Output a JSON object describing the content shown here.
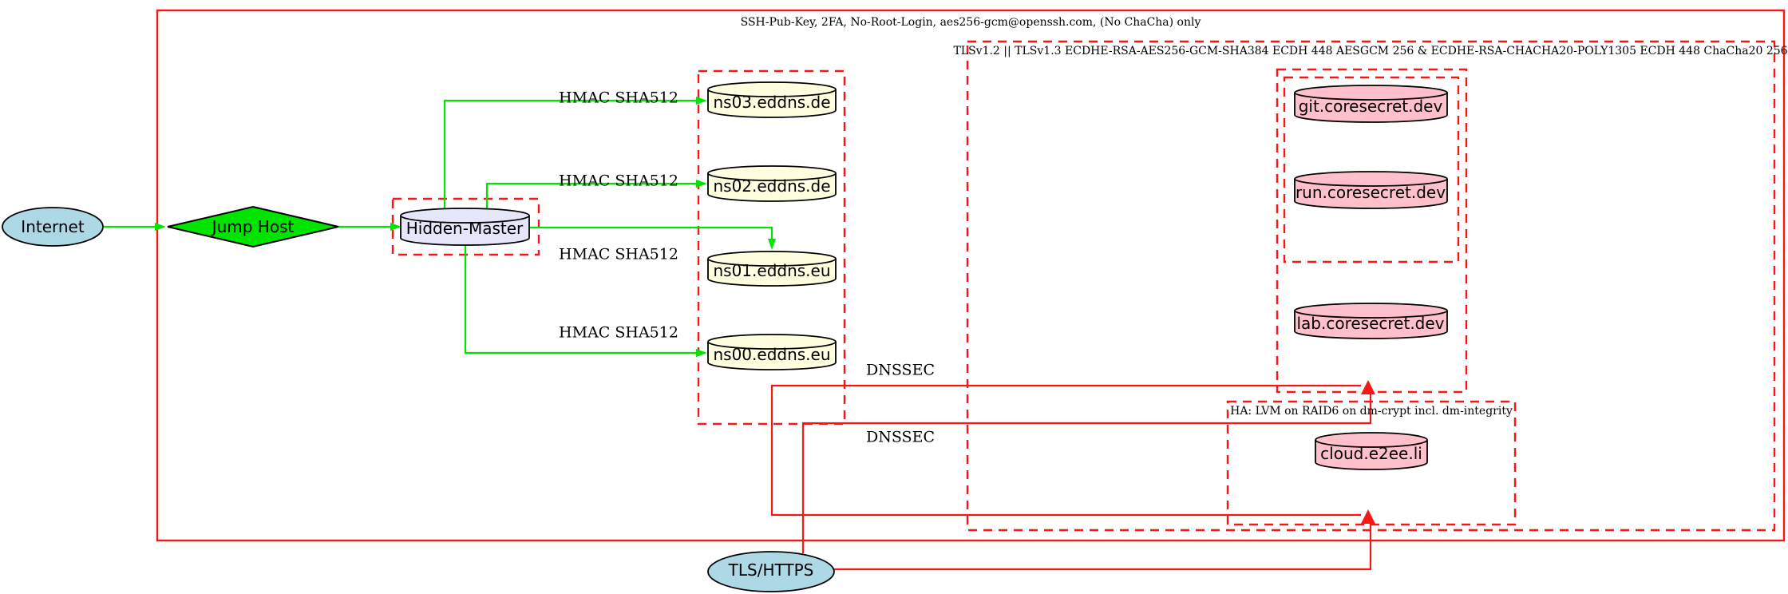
{
  "diagram": {
    "clusters": {
      "ssh": {
        "label": "SSH-Pub-Key, 2FA, No-Root-Login, aes256-gcm@openssh.com, (No ChaCha) only"
      },
      "tls": {
        "label": "TLSv1.2 || TLSv1.3 ECDHE-RSA-AES256-GCM-SHA384 ECDH 448 AESGCM 256 & ECDHE-RSA-CHACHA20-POLY1305 ECDH 448 ChaCha20 256"
      },
      "ha": {
        "label": "HA: LVM on RAID6 on dm-crypt incl. dm-integrity"
      }
    },
    "nodes": {
      "internet": {
        "label": "Internet"
      },
      "jump_host": {
        "label": "Jump Host"
      },
      "hidden_master": {
        "label": "Hidden-Master"
      },
      "ns03": {
        "label": "ns03.eddns.de"
      },
      "ns02": {
        "label": "ns02.eddns.de"
      },
      "ns01": {
        "label": "ns01.eddns.eu"
      },
      "ns00": {
        "label": "ns00.eddns.eu"
      },
      "git": {
        "label": "git.coresecret.dev"
      },
      "run": {
        "label": "run.coresecret.dev"
      },
      "lab": {
        "label": "lab.coresecret.dev"
      },
      "cloud": {
        "label": "cloud.e2ee.li"
      },
      "tls_https": {
        "label": "TLS/HTTPS"
      }
    },
    "edge_labels": {
      "hmac_ns03": "HMAC SHA512",
      "hmac_ns02": "HMAC SHA512",
      "hmac_ns01": "HMAC SHA512",
      "hmac_ns00": "HMAC SHA512",
      "dnssec_1": "DNSSEC",
      "dnssec_2": "DNSSEC"
    },
    "colors": {
      "edge_green": "#00e400",
      "edge_red": "#f81616",
      "cluster_red": "#f81616",
      "node_blue": "#add8e6",
      "node_green": "#00e400",
      "node_lavender": "#e6e6fa",
      "node_yellow": "#ffffe0",
      "node_pink": "#ffc0cb",
      "stroke_black": "#000000"
    }
  }
}
